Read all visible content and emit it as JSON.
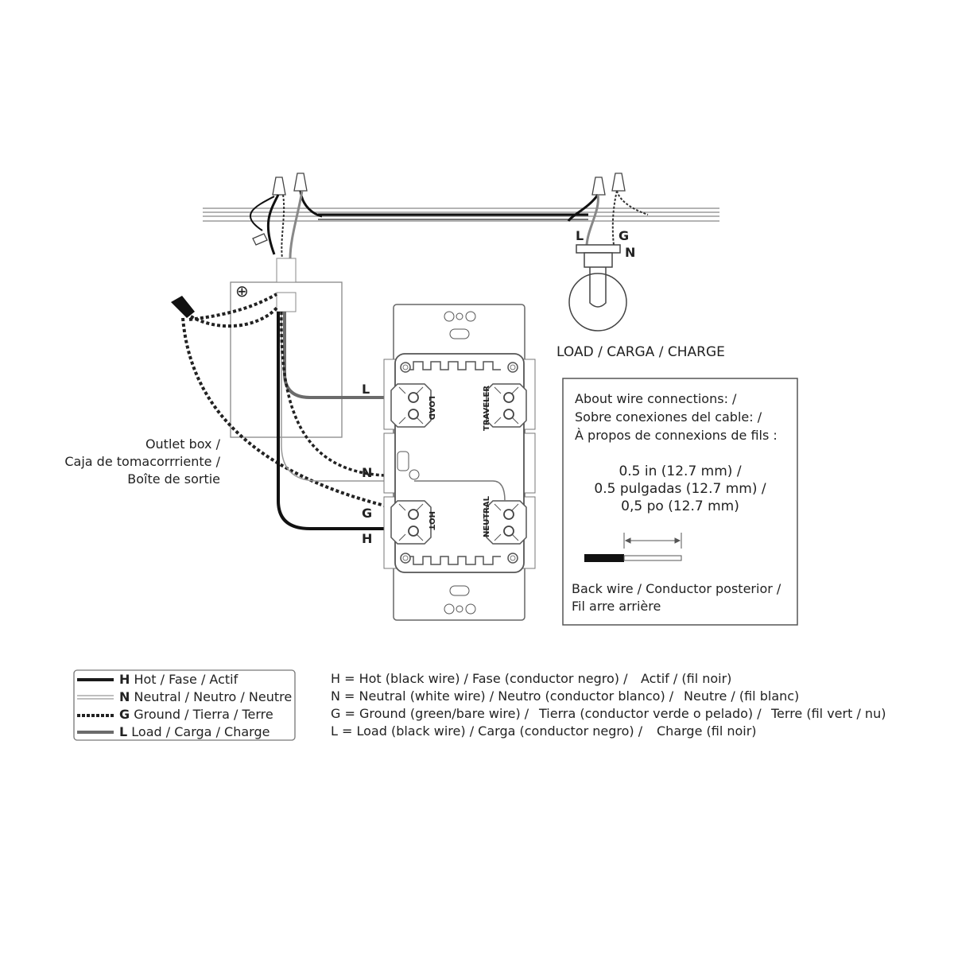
{
  "colors": {
    "hot": "#1a1a1a",
    "neutral": "#bbbbbb",
    "ground": "#2a2a2a",
    "load": "#6b6b6b",
    "outline": "#555555"
  },
  "diagram": {
    "wire_labels": {
      "L": "L",
      "N": "N",
      "G": "G",
      "H": "H"
    },
    "fixture_labels": {
      "L": "L",
      "G": "G",
      "N": "N"
    },
    "terminals": {
      "load": "LOAD",
      "traveler": "TRAVELER",
      "hot": "HOT",
      "neutral": "NEUTRAL"
    },
    "load_caption": "LOAD / CARGA / CHARGE",
    "outlet_box": [
      "Outlet box /",
      "Caja de tomacorrriente /",
      "Boîte de sortie"
    ],
    "ground_symbol": "⊕"
  },
  "info_box": {
    "title_lines": [
      "About wire connections: /",
      "Sobre conexiones del cable: /",
      "À propos de connexions de fils :"
    ],
    "strip_lines": [
      "0.5 in (12.7 mm) /",
      "0.5 pulgadas (12.7 mm) /",
      "0,5 po (12.7 mm)"
    ],
    "back_wire_lines": [
      "Back wire / Conductor posterior /",
      "Fil arre arrière"
    ]
  },
  "legend": {
    "items": [
      {
        "letter": "H",
        "text": "Hot / Fase / Actif",
        "style": "hot"
      },
      {
        "letter": "N",
        "text": "Neutral / Neutro / Neutre",
        "style": "neutral"
      },
      {
        "letter": "G",
        "text": "Ground / Tierra / Terre",
        "style": "ground"
      },
      {
        "letter": "L",
        "text": "Load / Carga / Charge",
        "style": "load"
      }
    ],
    "definitions": [
      {
        "main": "H = Hot (black wire) / Fase (conductor negro) /",
        "overlap": "Actif / (fil noir)"
      },
      {
        "main": "N = Neutral (white wire) / Neutro (conductor blanco) /",
        "overlap": "Neutre / (fil blanc)"
      },
      {
        "main": "G = Ground (green/bare wire) /",
        "overlap": "Tierra (conductor verde o pelado) /",
        "overlap2": "Terre (fil vert / nu)"
      },
      {
        "main": "L = Load (black wire) / Carga (conductor negro) /",
        "overlap": "Charge (fil noir)"
      }
    ]
  }
}
